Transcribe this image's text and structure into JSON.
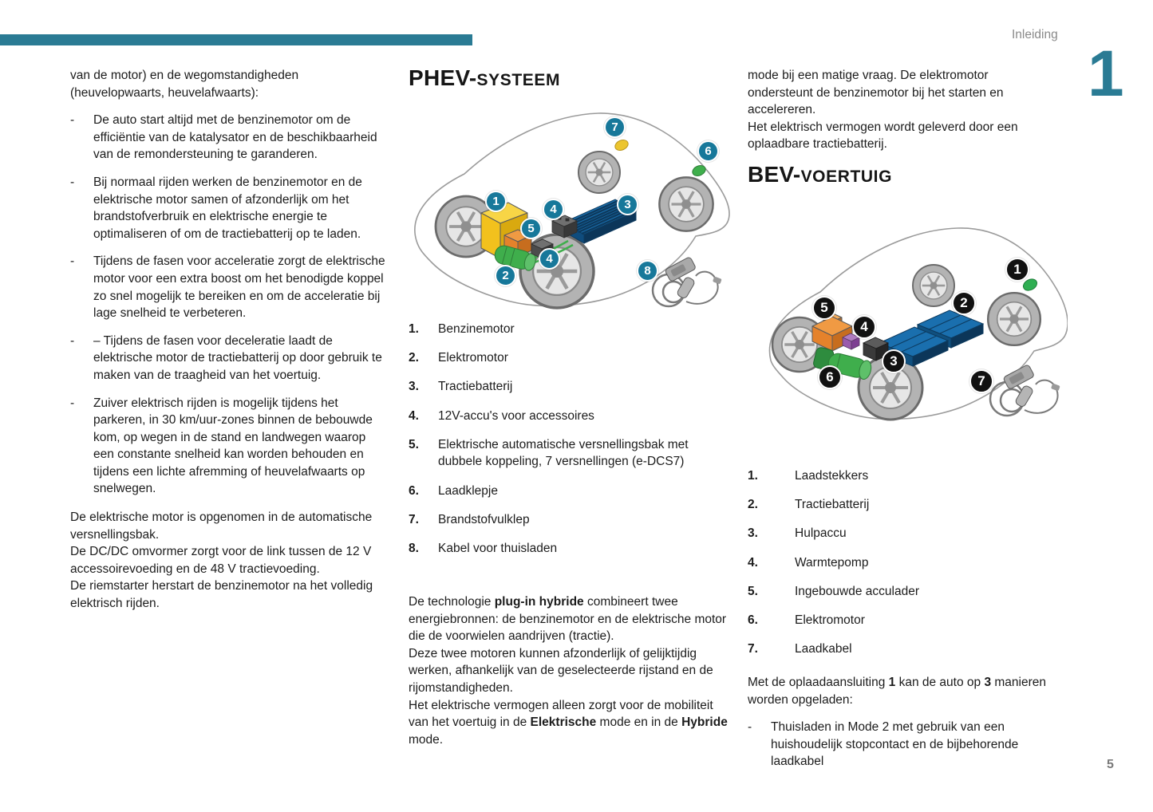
{
  "page": {
    "header_label": "Inleiding",
    "chapter_number": "1",
    "page_number": "5",
    "bullet_char": "-"
  },
  "colors": {
    "accent_teal": "#2a7b94",
    "phev_badge_teal": "#17789a",
    "bev_badge_black": "#111111",
    "engine_yellow": "#f2c11d",
    "gearbox_orange": "#e5822b",
    "motor_green": "#3fae4c",
    "traction_battery_blue": "#1a6fae",
    "heat_pump_purple": "#9a5bac",
    "fuel_cap_yellow": "#ecc52f",
    "charge_cap_green": "#3faf4c"
  },
  "left_column": {
    "intro_line1": "van de motor) en de wegomstandigheden",
    "intro_line2": "(heuvelopwaarts, heuvelafwaarts):",
    "bullets": [
      "De auto start altijd met de benzinemotor om de efficiëntie van de katalysator en de beschikbaarheid van de remondersteuning te garanderen.",
      "Bij normaal rijden werken de benzinemotor en de elektrische motor samen of afzonderlijk om het brandstofverbruik en elektrische energie te optimaliseren of om de tractiebatterij op te laden.",
      "Tijdens de fasen voor acceleratie zorgt de elektrische motor voor een extra boost om het benodigde koppel zo snel mogelijk te bereiken en om de acceleratie bij lage snelheid te verbeteren.",
      "– Tijdens de fasen voor deceleratie laadt de elektrische motor de tractiebatterij op door gebruik te maken van de traagheid van het voertuig.",
      "Zuiver elektrisch rijden is mogelijk tijdens het parkeren, in 30 km/uur-zones binnen de bebouwde kom, op wegen in de stand en landwegen waarop een constante snelheid kan worden behouden en tijdens een lichte afremming of heuvelafwaarts op snelwegen."
    ],
    "closing": [
      "De elektrische motor is opgenomen in de automatische versnellingsbak.",
      "De DC/DC omvormer zorgt voor de link tussen de 12 V accessoirevoeding en de 48 V tractievoeding.",
      "De riemstarter herstart de benzinemotor na het volledig elektrisch rijden."
    ]
  },
  "phev": {
    "title_prefix": "PHEV-",
    "title_suffix": "SYSTEEM",
    "badges": [
      "1",
      "2",
      "3",
      "4",
      "4",
      "5",
      "6",
      "7",
      "8"
    ],
    "items": [
      {
        "num": "1.",
        "label": "Benzinemotor"
      },
      {
        "num": "2.",
        "label": "Elektromotor"
      },
      {
        "num": "3.",
        "label": "Tractiebatterij"
      },
      {
        "num": "4.",
        "label": "12V-accu's voor accessoires"
      },
      {
        "num": "5.",
        "label": "Elektrische automatische versnellingsbak met dubbele koppeling, 7 versnellingen (e-DCS7)"
      },
      {
        "num": "6.",
        "label": "Laadklepje"
      },
      {
        "num": "7.",
        "label": "Brandstofvulklep"
      },
      {
        "num": "8.",
        "label": "Kabel voor thuisladen"
      }
    ],
    "paragraph": [
      [
        {
          "t": "De technologie "
        },
        {
          "t": "plug-in hybride",
          "b": true
        },
        {
          "t": " combineert twee energiebronnen: de benzinemotor en de elektrische motor die de voorwielen aandrijven (tractie)."
        }
      ],
      [
        {
          "t": "Deze twee motoren kunnen afzonderlijk of gelijktijdig werken, afhankelijk van de geselecteerde rijstand en de rijomstandigheden."
        }
      ],
      [
        {
          "t": "Het elektrische vermogen alleen zorgt voor de mobiliteit van het voertuig in de "
        },
        {
          "t": "Elektrische",
          "b": true
        },
        {
          "t": " mode en in de "
        },
        {
          "t": "Hybride",
          "b": true
        },
        {
          "t": " mode."
        }
      ]
    ]
  },
  "right_column": {
    "top_paragraph": [
      "mode bij een matige vraag. De elektromotor ondersteunt de benzinemotor bij het starten en accelereren.",
      "Het elektrisch vermogen wordt geleverd door een oplaadbare tractiebatterij."
    ]
  },
  "bev": {
    "title_prefix": "BEV-",
    "title_suffix": "VOERTUIG",
    "badges": [
      "1",
      "2",
      "3",
      "4",
      "5",
      "6",
      "7"
    ],
    "items": [
      {
        "num": "1.",
        "label": "Laadstekkers"
      },
      {
        "num": "2.",
        "label": "Tractiebatterij"
      },
      {
        "num": "3.",
        "label": "Hulpaccu"
      },
      {
        "num": "4.",
        "label": "Warmtepomp"
      },
      {
        "num": "5.",
        "label": "Ingebouwde acculader"
      },
      {
        "num": "6.",
        "label": "Elektromotor"
      },
      {
        "num": "7.",
        "label": "Laadkabel"
      }
    ],
    "charging_intro": [
      [
        {
          "t": "Met de oplaadaansluiting "
        },
        {
          "t": "1",
          "b": true
        },
        {
          "t": " kan de auto op "
        },
        {
          "t": "3",
          "b": true
        },
        {
          "t": " manieren worden opgeladen:"
        }
      ]
    ],
    "charging_bullet": "Thuisladen in Mode 2 met gebruik van een huishoudelijk stopcontact en de bijbehorende laadkabel"
  }
}
